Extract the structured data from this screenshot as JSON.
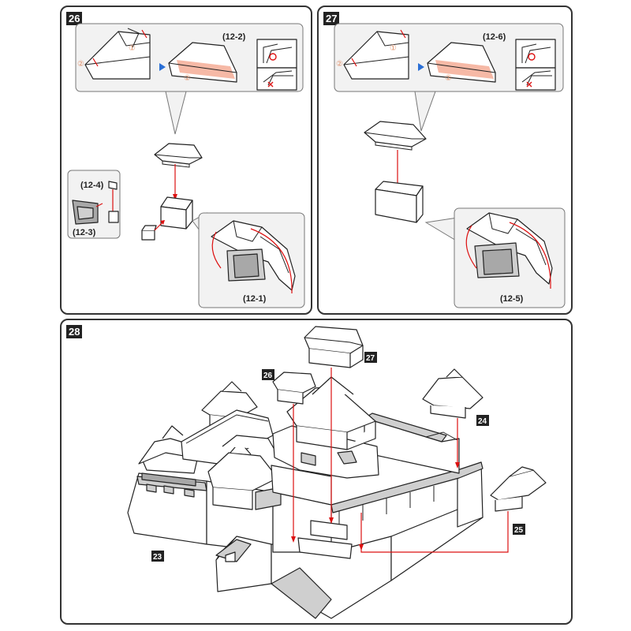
{
  "steps": [
    {
      "number": "26",
      "labels": [
        "(12-2)",
        "(12-4)",
        "(12-3)",
        "(12-1)"
      ],
      "circle_marks": [
        "①",
        "②",
        "②"
      ]
    },
    {
      "number": "27",
      "labels": [
        "(12-6)",
        "(12-5)"
      ],
      "circle_marks": [
        "①",
        "②",
        "②"
      ]
    },
    {
      "number": "28",
      "tags": [
        "27",
        "26",
        "24",
        "25",
        "23"
      ]
    }
  ],
  "colors": {
    "arrow": "#dd1111",
    "highlight": "#f6b9a6",
    "callout": "#f2f2f2",
    "tag": "#222222"
  },
  "icons": [
    "arrow-right-icon",
    "correct-circle-icon",
    "wrong-cross-icon"
  ]
}
